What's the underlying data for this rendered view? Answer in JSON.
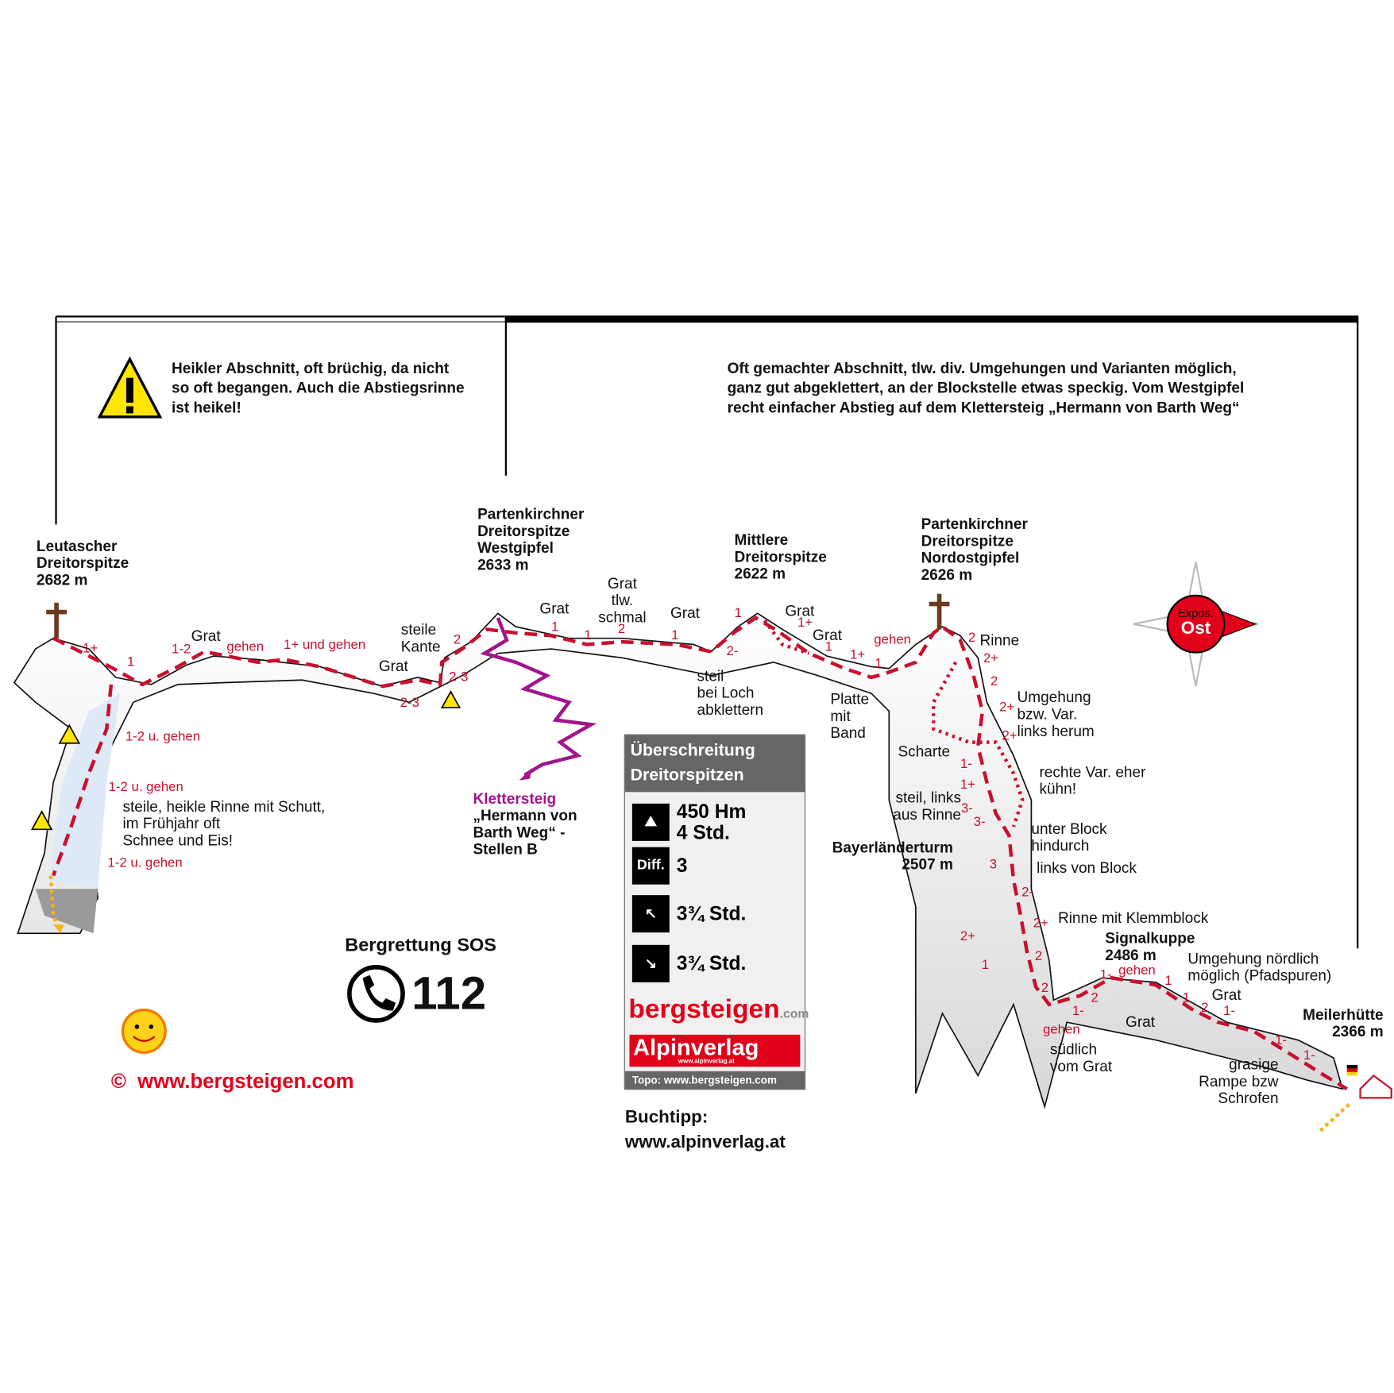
{
  "callouts": {
    "left": "Heikler Abschnitt, oft brüchig, da nicht\nso oft begangen. Auch die Abstiegsrinne\nist heikel!",
    "right": "Oft gemachter Abschnitt, tlw. div. Umgehungen und Varianten möglich,\nganz gut abgeklettert, an der Blockstelle etwas speckig. Vom Westgipfel\nrecht einfacher Abstieg auf dem Klettersteig „Hermann von Barth Weg“"
  },
  "peaks": {
    "leutascher": "Leutascher\nDreitorspitze\n2682 m",
    "westgipfel": "Partenkirchner\nDreitorspitze\nWestgipfel\n2633 m",
    "mittlere": "Mittlere\nDreitorspitze\n2622 m",
    "nordost": "Partenkirchner\nDreitorspitze\nNordostgipfel\n2626 m",
    "bayerlaender": "Bayerländerturm\n2507 m",
    "signalkuppe": "Signalkuppe\n2486 m",
    "meilerhuette": "Meilerhütte\n2366 m"
  },
  "notes": [
    "Grat",
    "steile\nKante",
    "Grat",
    "Grat",
    "Grat\ntlw.\nschmal",
    "Grat",
    "Grat",
    "Grat",
    "steil\nbei Loch\nabklettern",
    "Platte\nmit\nBand",
    "Rinne",
    "Umgehung\nbzw. Var.\nlinks herum",
    "Scharte",
    "rechte Var. eher\nkühn!",
    "steil, links\naus Rinne",
    "unter Block\nhindurch",
    "links von Block",
    "Rinne mit Klemmblock",
    "Umgehung nördlich\nmöglich (Pfadspuren)",
    "Grat",
    "Grat",
    "südlich\nvom Grat",
    "grasige\nRampe bzw\nSchrofen",
    "steile, heikle Rinne mit Schutt,\nim Frühjahr oft\nSchnee und Eis!"
  ],
  "grades": [
    "1+",
    "1",
    "1-2",
    "gehen",
    "1+ und gehen",
    "2",
    "2-3",
    "2-3",
    "1-2 u. gehen",
    "1-2 u. gehen",
    "1-2 u. gehen",
    "1",
    "1",
    "2",
    "1",
    "1",
    "2-",
    "1+",
    "1",
    "1+",
    "1",
    "gehen",
    "2",
    "2+",
    "2",
    "2+",
    "2+",
    "1-",
    "1+",
    "3-",
    "3-",
    "3",
    "2-",
    "2+",
    "2+",
    "2",
    "1",
    "2",
    "2",
    "1-",
    "gehen",
    "1-",
    "gehen",
    "1",
    "1",
    "2",
    "1-",
    "1-",
    "1-"
  ],
  "klettersteig": {
    "title": "Klettersteig",
    "text": "„Hermann von\nBarth Weg“ -\nStellen B"
  },
  "compass": {
    "label": "Expos.",
    "direction": "Ost"
  },
  "infobox": {
    "title": "Überschreitung\nDreitorspitzen",
    "ascent": "450 Hm\n4 Std.",
    "diff_label": "Diff.",
    "difficulty": "3",
    "up_time": "3¾ Std.",
    "down_time": "3¾ Std.",
    "logo1": "bergsteigen",
    "logo1_suffix": ".com",
    "logo2": "Alpinverlag",
    "logo2_url": "www.alpinverlag.at",
    "footer": "Topo: www.bergsteigen.com"
  },
  "rescue": {
    "title": "Bergrettung SOS",
    "number": "112"
  },
  "copyright": "©  www.bergsteigen.com",
  "buchtipp": "Buchtipp:\nwww.alpinverlag.at",
  "colors": {
    "route": "#c8102e",
    "klettersteig": "#a0158c",
    "descent_arrow": "#f5b21a",
    "cross": "#6b3a1f"
  }
}
